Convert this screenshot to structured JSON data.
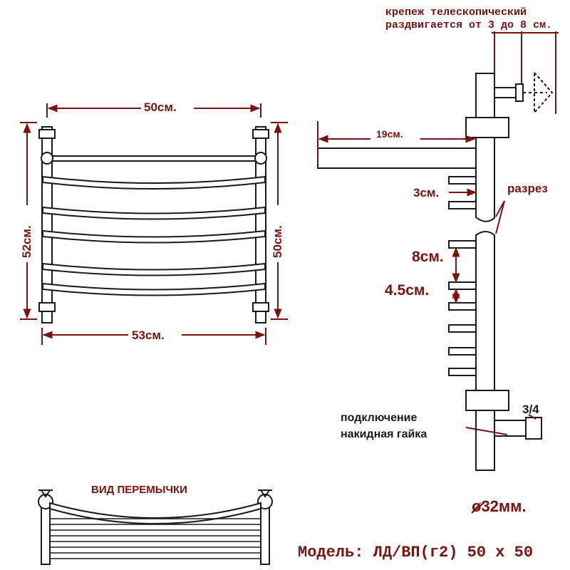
{
  "colors": {
    "stroke": "#1a1a1a",
    "dimension": "#7a1212",
    "background": "#ffffff"
  },
  "front_view": {
    "width_top": "50см.",
    "height_left": "52см.",
    "height_right": "50см.",
    "width_bottom": "53см."
  },
  "jumper_view": {
    "title": "ВИД ПЕРЕМЫЧКИ"
  },
  "side_view": {
    "mount_note_line1": "крепеж телескопический",
    "mount_note_line2": "раздвигается от 3 до 8 см.",
    "depth": "19см.",
    "gap_small": "3см.",
    "cut": "разрез",
    "spacing_large": "8см.",
    "spacing_small": "4.5см.",
    "thread": "3/4",
    "connection_line1": "подключение",
    "connection_line2": "накидная гайка",
    "pipe_diameter": "ø32мм."
  },
  "model": {
    "label": "Модель: ЛД/ВП(г2) 50 х 50"
  }
}
